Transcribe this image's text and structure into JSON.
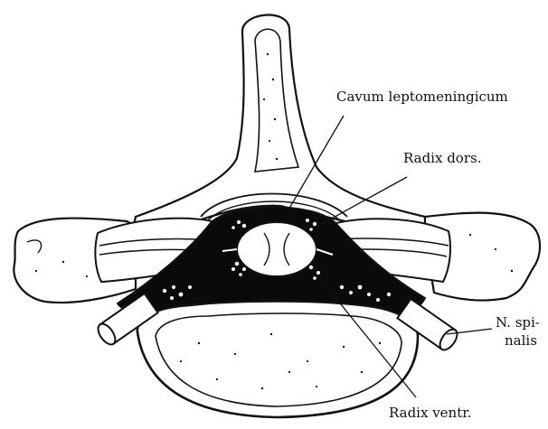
{
  "labels": {
    "cavum": "Cavum leptomeningicum",
    "radix_dors": "Radix dors.",
    "n_spinalis_1": "N. spi-",
    "n_spinalis_2": "nalis",
    "radix_ventr": "Radix ventr."
  },
  "colors": {
    "ink": "#111111",
    "paper": "#ffffff",
    "space": "#0a0a0a"
  }
}
